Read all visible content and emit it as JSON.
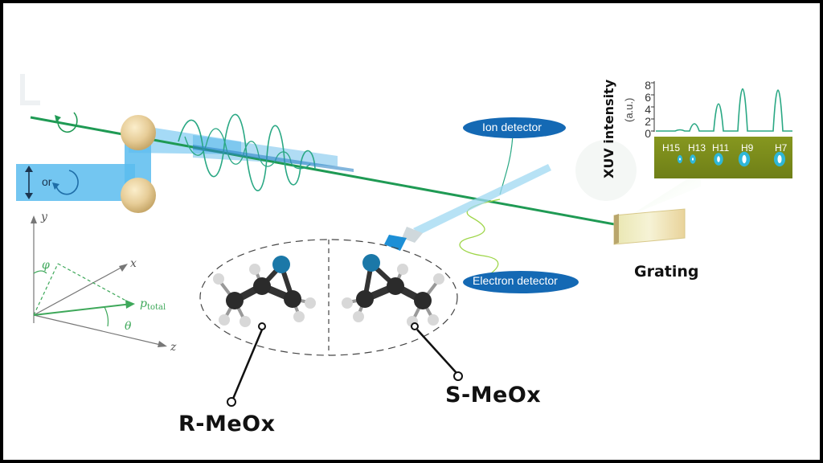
{
  "labels": {
    "ion_detector": "Ion detector",
    "electron_detector": "Electron detector",
    "grating": "Grating",
    "r_meox": "R-MeOx",
    "s_meox": "S-MeOx",
    "or": "or"
  },
  "axes": {
    "x": "x",
    "y": "y",
    "z": "z",
    "phi": "φ",
    "theta": "θ",
    "p_total_main": "p",
    "p_total_sub": "total"
  },
  "xuv_plot": {
    "ylabel": "XUV intensity",
    "yunit": "(a.u.)",
    "y_ticks": [
      "8",
      "6",
      "4",
      "2",
      "0"
    ],
    "harmonics": [
      "H15",
      "H13",
      "H11",
      "H9",
      "H7"
    ],
    "peak_heights": [
      0.2,
      1.2,
      4.5,
      7.0,
      6.8
    ]
  },
  "colors": {
    "beam_green": "#1f9a54",
    "beam_blue": "#52b7ea",
    "detector_blue": "#1469b4",
    "spectrum_bg": "#7a8c1c"
  }
}
